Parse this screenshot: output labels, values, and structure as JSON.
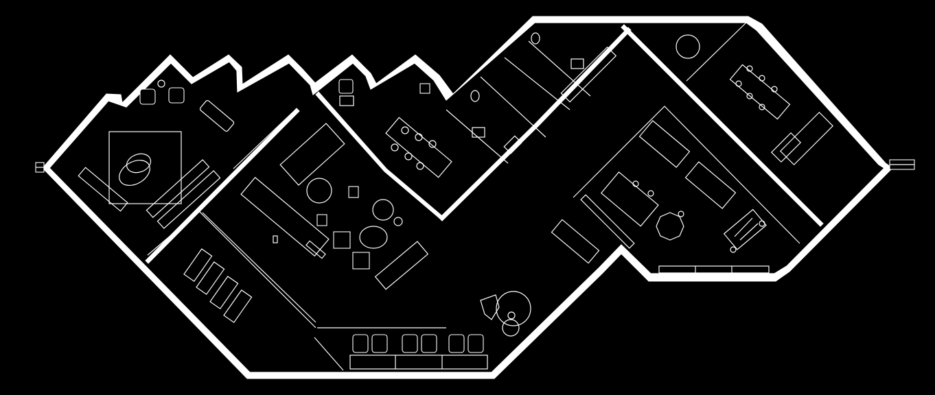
{
  "colors": {
    "background": "#000000",
    "linework": "#ffffff"
  },
  "zones": [
    {
      "id": "lounge-west",
      "icon": "rug-icon"
    },
    {
      "id": "open-living"
    },
    {
      "id": "bench-wing"
    },
    {
      "id": "meeting-room"
    },
    {
      "id": "restrooms"
    },
    {
      "id": "open-office"
    },
    {
      "id": "boardroom"
    },
    {
      "id": "waiting-corridor"
    }
  ]
}
